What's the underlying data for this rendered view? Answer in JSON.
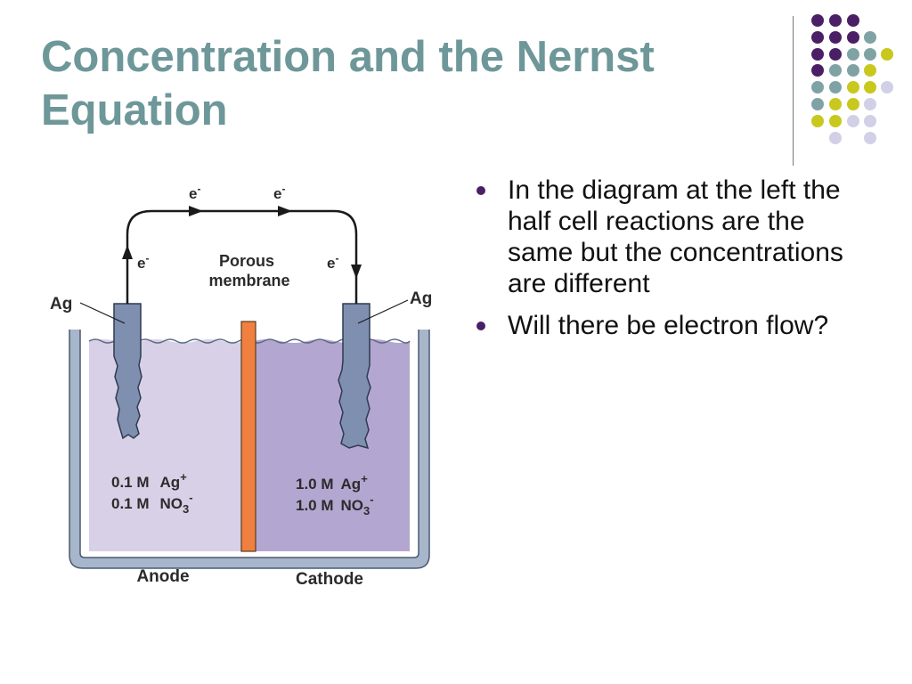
{
  "slide": {
    "title_line1": "Concentration and the Nernst",
    "title_line2": "Equation",
    "bullets": [
      "In the diagram at the left the half cell reactions are the same but the concentrations are different",
      "Will there be electron flow?"
    ]
  },
  "diagram": {
    "electron_label": "e",
    "electron_sup": "-",
    "porous_line1": "Porous",
    "porous_line2": "membrane",
    "electrode_label": "Ag",
    "anode": {
      "conc_ag": "0.1 M",
      "conc_no3": "0.1 M",
      "ion_ag": "Ag",
      "ion_ag_sup": "+",
      "ion_no3": "NO",
      "ion_no3_sub": "3",
      "ion_no3_sup": "-",
      "label": "Anode"
    },
    "cathode": {
      "conc_ag": "1.0 M",
      "conc_no3": "1.0 M",
      "ion_ag": "Ag",
      "ion_ag_sup": "+",
      "ion_no3": "NO",
      "ion_no3_sub": "3",
      "ion_no3_sup": "-",
      "label": "Cathode"
    }
  },
  "colors": {
    "title": "#6e9799",
    "dot_purple": "#4a1f66",
    "dot_teal": "#7fa3a4",
    "dot_yellow": "#c8c81e",
    "dot_lavender": "#d2d0e6",
    "anode_solution": "#d8d0e6",
    "cathode_solution": "#b3a6d0",
    "electrode": "#7f8fb0",
    "membrane": "#f08040"
  }
}
